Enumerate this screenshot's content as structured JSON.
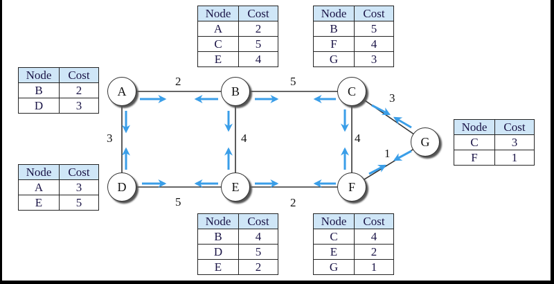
{
  "nodes": [
    "A",
    "B",
    "C",
    "D",
    "E",
    "F",
    "G"
  ],
  "edges": [
    {
      "from": "A",
      "to": "B",
      "cost": "2"
    },
    {
      "from": "B",
      "to": "C",
      "cost": "5"
    },
    {
      "from": "C",
      "to": "G",
      "cost": "3"
    },
    {
      "from": "A",
      "to": "D",
      "cost": "3"
    },
    {
      "from": "B",
      "to": "E",
      "cost": "4"
    },
    {
      "from": "C",
      "to": "F",
      "cost": "4"
    },
    {
      "from": "G",
      "to": "F",
      "cost": "1"
    },
    {
      "from": "D",
      "to": "E",
      "cost": "5"
    },
    {
      "from": "E",
      "to": "F",
      "cost": "2"
    }
  ],
  "table_headers": {
    "node": "Node",
    "cost": "Cost"
  },
  "tables": {
    "A": [
      [
        "B",
        "2"
      ],
      [
        "D",
        "3"
      ]
    ],
    "B": [
      [
        "A",
        "2"
      ],
      [
        "C",
        "5"
      ],
      [
        "E",
        "4"
      ]
    ],
    "C": [
      [
        "B",
        "5"
      ],
      [
        "F",
        "4"
      ],
      [
        "G",
        "3"
      ]
    ],
    "D": [
      [
        "A",
        "3"
      ],
      [
        "E",
        "5"
      ]
    ],
    "E": [
      [
        "B",
        "4"
      ],
      [
        "D",
        "5"
      ],
      [
        "E",
        "2"
      ]
    ],
    "F": [
      [
        "C",
        "4"
      ],
      [
        "E",
        "2"
      ],
      [
        "G",
        "1"
      ]
    ],
    "G": [
      [
        "C",
        "3"
      ],
      [
        "F",
        "1"
      ]
    ]
  },
  "colors": {
    "arrow": "#3a9ee8",
    "header": "#cfe6f7",
    "edge": "#333333"
  }
}
